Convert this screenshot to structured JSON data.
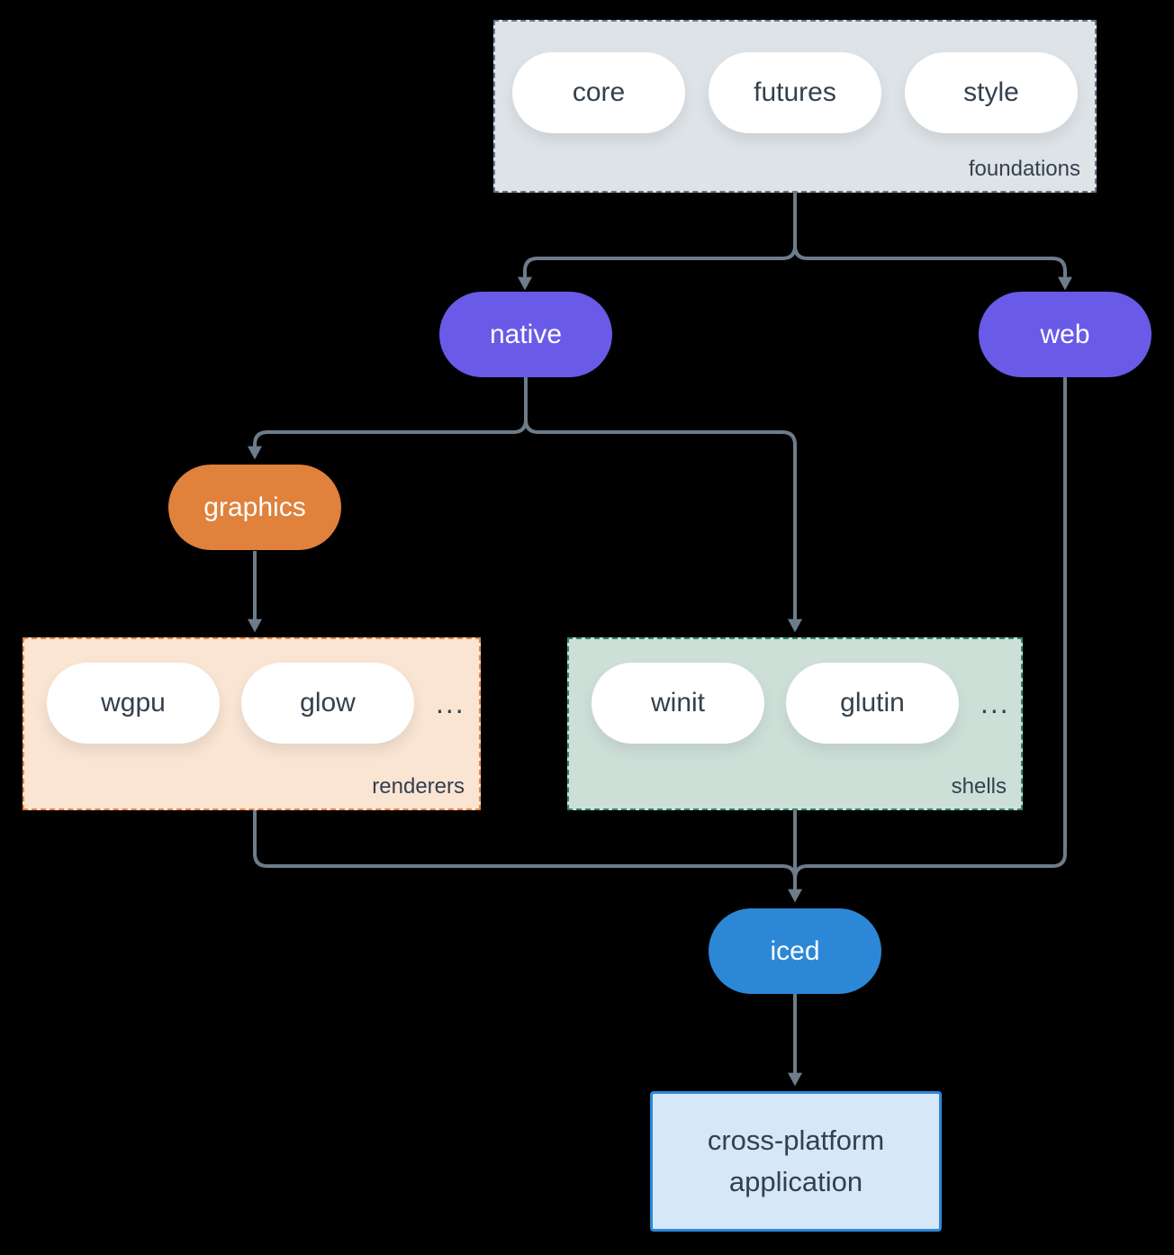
{
  "foundations": {
    "label": "foundations",
    "pills": [
      "core",
      "futures",
      "style"
    ]
  },
  "native": {
    "label": "native"
  },
  "web": {
    "label": "web"
  },
  "graphics": {
    "label": "graphics"
  },
  "renderers": {
    "label": "renderers",
    "pills": [
      "wgpu",
      "glow"
    ],
    "ellipsis": "..."
  },
  "shells": {
    "label": "shells",
    "pills": [
      "winit",
      "glutin"
    ],
    "ellipsis": "..."
  },
  "iced": {
    "label": "iced"
  },
  "application": {
    "line1": "cross-platform",
    "line2": "application"
  },
  "colors": {
    "background": "#000000",
    "arrow": "#6d7c8a",
    "purple_node": "#6a5ae8",
    "orange_node": "#e0813c",
    "blue_node": "#2d87d7",
    "foundations_fill": "#dee3e7",
    "foundations_border": "#64748b",
    "renderers_fill": "#fae4d2",
    "renderers_border": "#e8853e",
    "shells_fill": "#cedfd8",
    "shells_border": "#2d8673",
    "application_fill": "#d6e7f7",
    "application_border": "#2b87d8",
    "pill_fill": "#ffffff",
    "text_dark": "#33414e"
  }
}
